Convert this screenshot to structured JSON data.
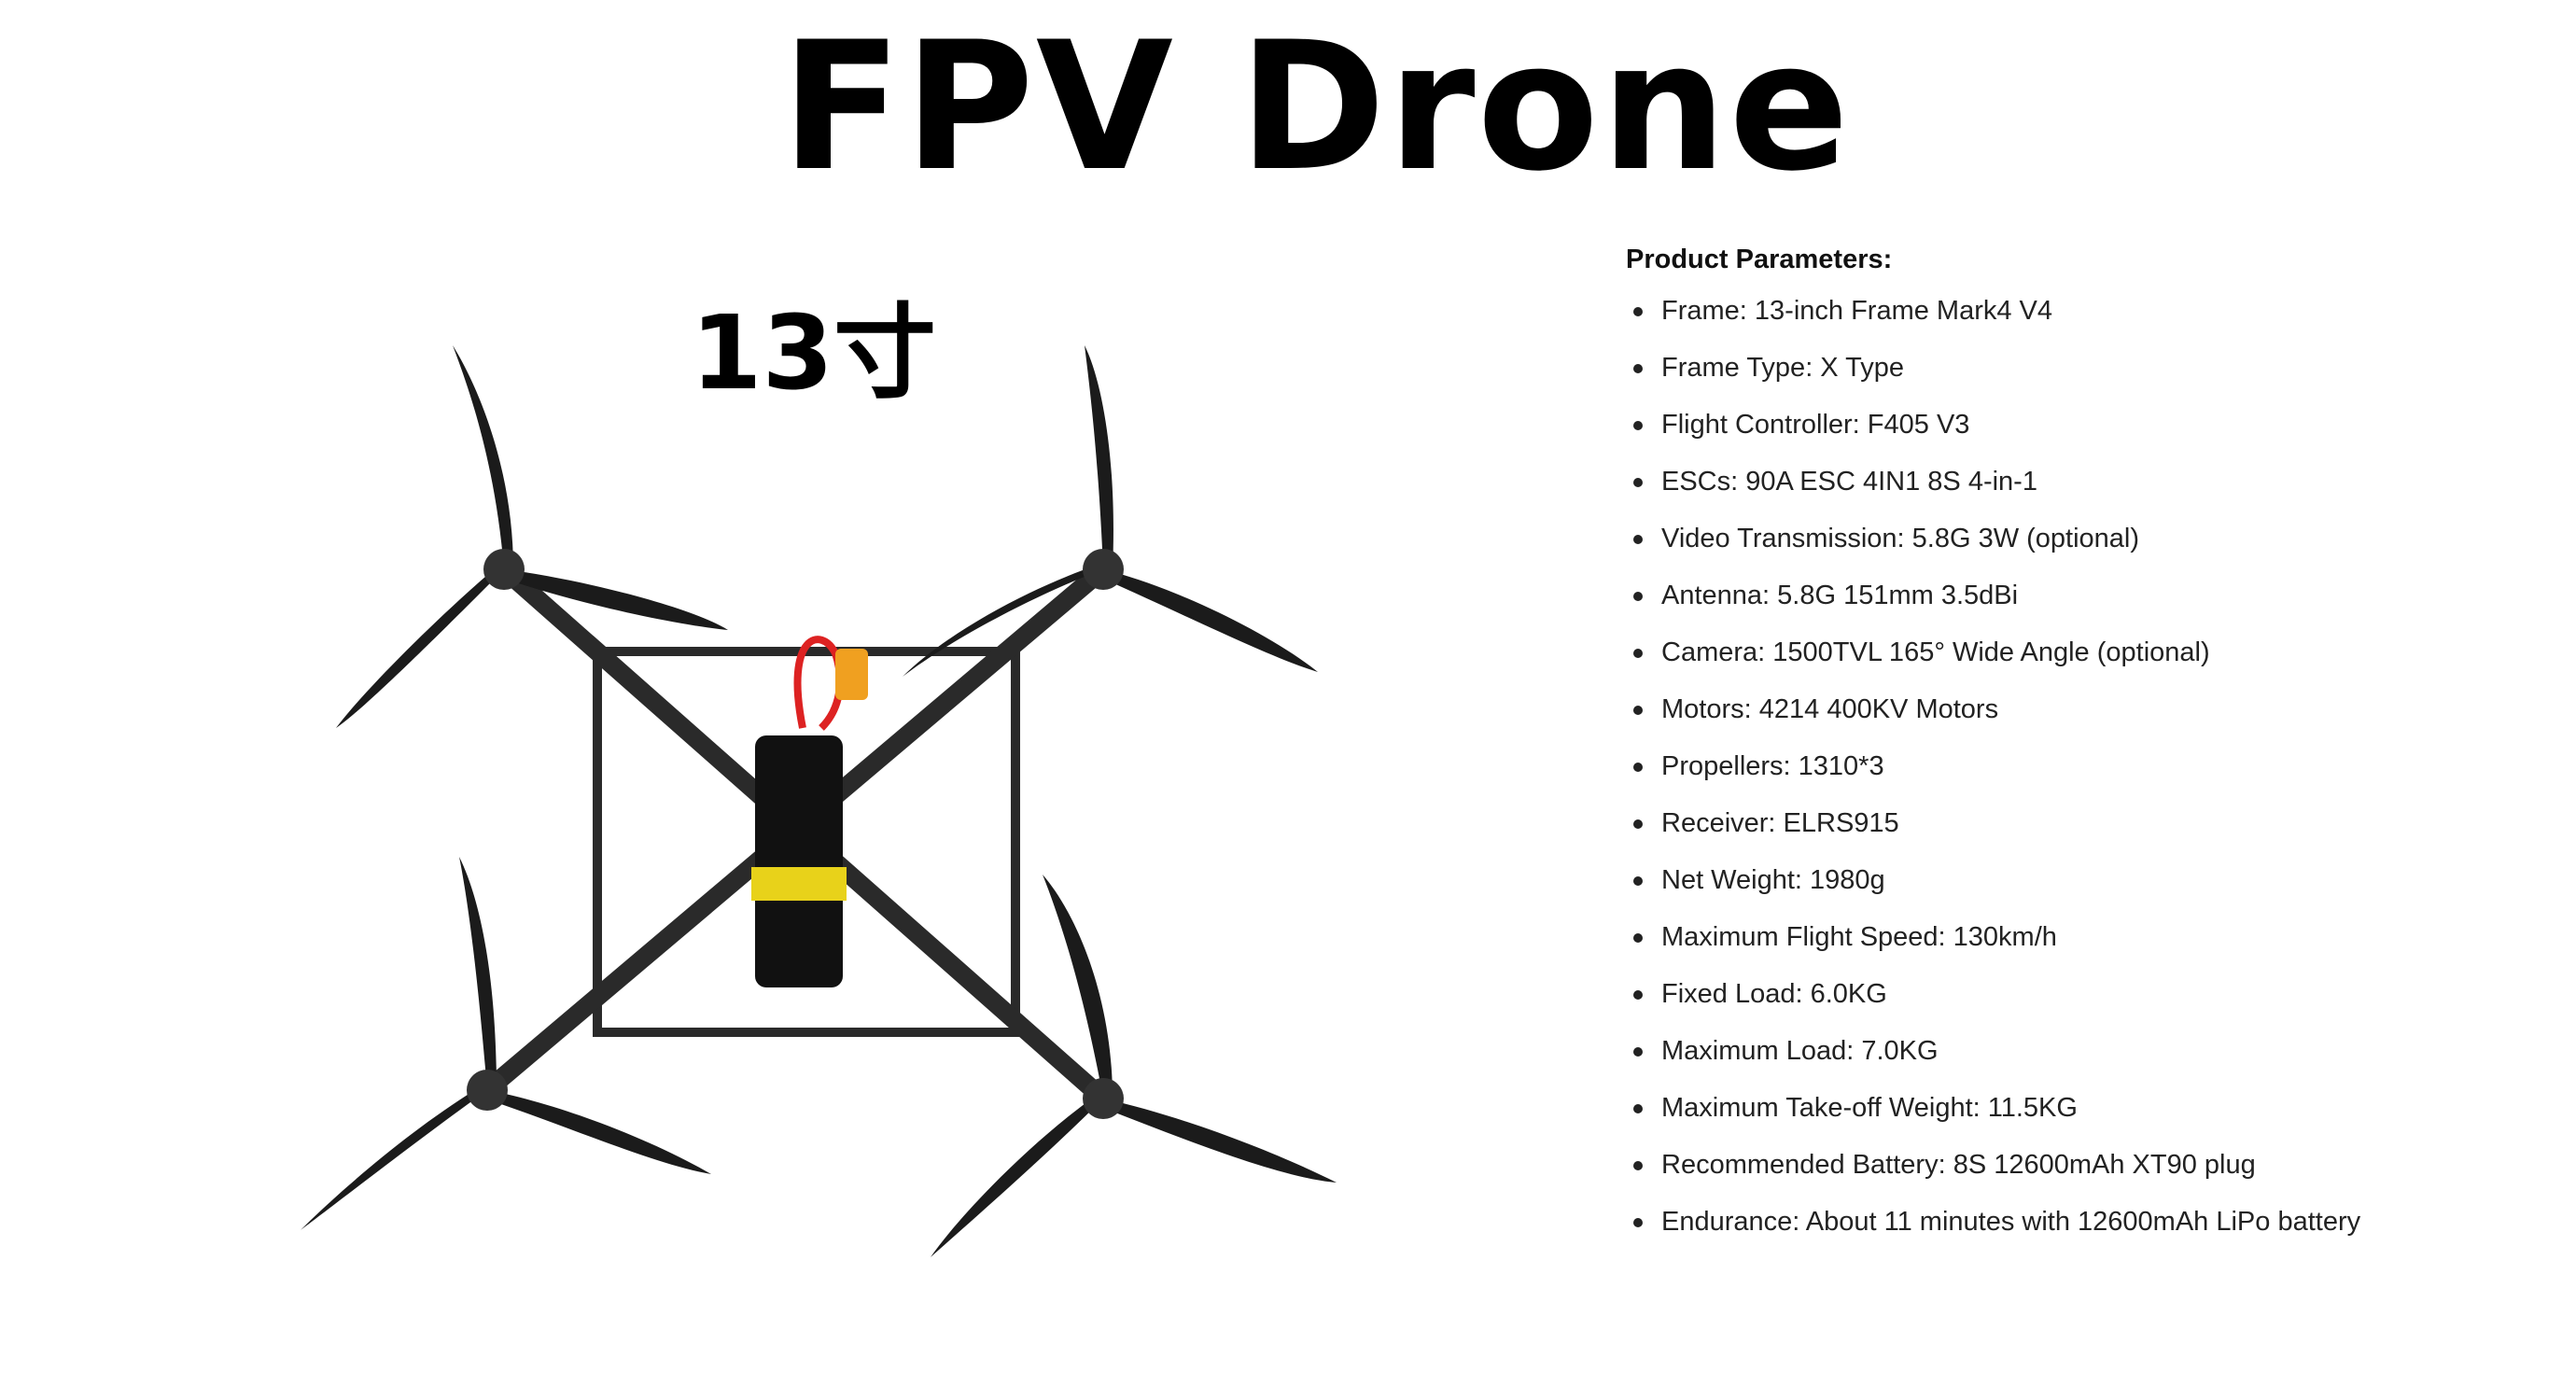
{
  "title": "FPV Drone",
  "size_label": "13寸",
  "parameters": {
    "heading": "Product Parameters:",
    "items": [
      "Frame: 13-inch Frame Mark4 V4",
      "Frame Type: X Type",
      "Flight Controller: F405 V3",
      "ESCs: 90A ESC 4IN1 8S 4-in-1",
      "Video Transmission: 5.8G 3W (optional)",
      "Antenna: 5.8G 151mm 3.5dBi",
      "Camera: 1500TVL 165° Wide Angle (optional)",
      "Motors: 4214 400KV Motors",
      "Propellers: 1310*3",
      "Receiver: ELRS915",
      "Net Weight: 1980g",
      "Maximum Flight Speed: 130km/h",
      "Fixed Load: 6.0KG",
      "Maximum Load: 7.0KG",
      "Maximum Take-off Weight: 11.5KG",
      "Recommended Battery: 8S 12600mAh XT90 plug",
      "Endurance: About 11 minutes with 12600mAh LiPo battery"
    ]
  },
  "colors": {
    "strap": "#e8d21a",
    "battery": "#111111",
    "frame": "#2a2a2a"
  }
}
